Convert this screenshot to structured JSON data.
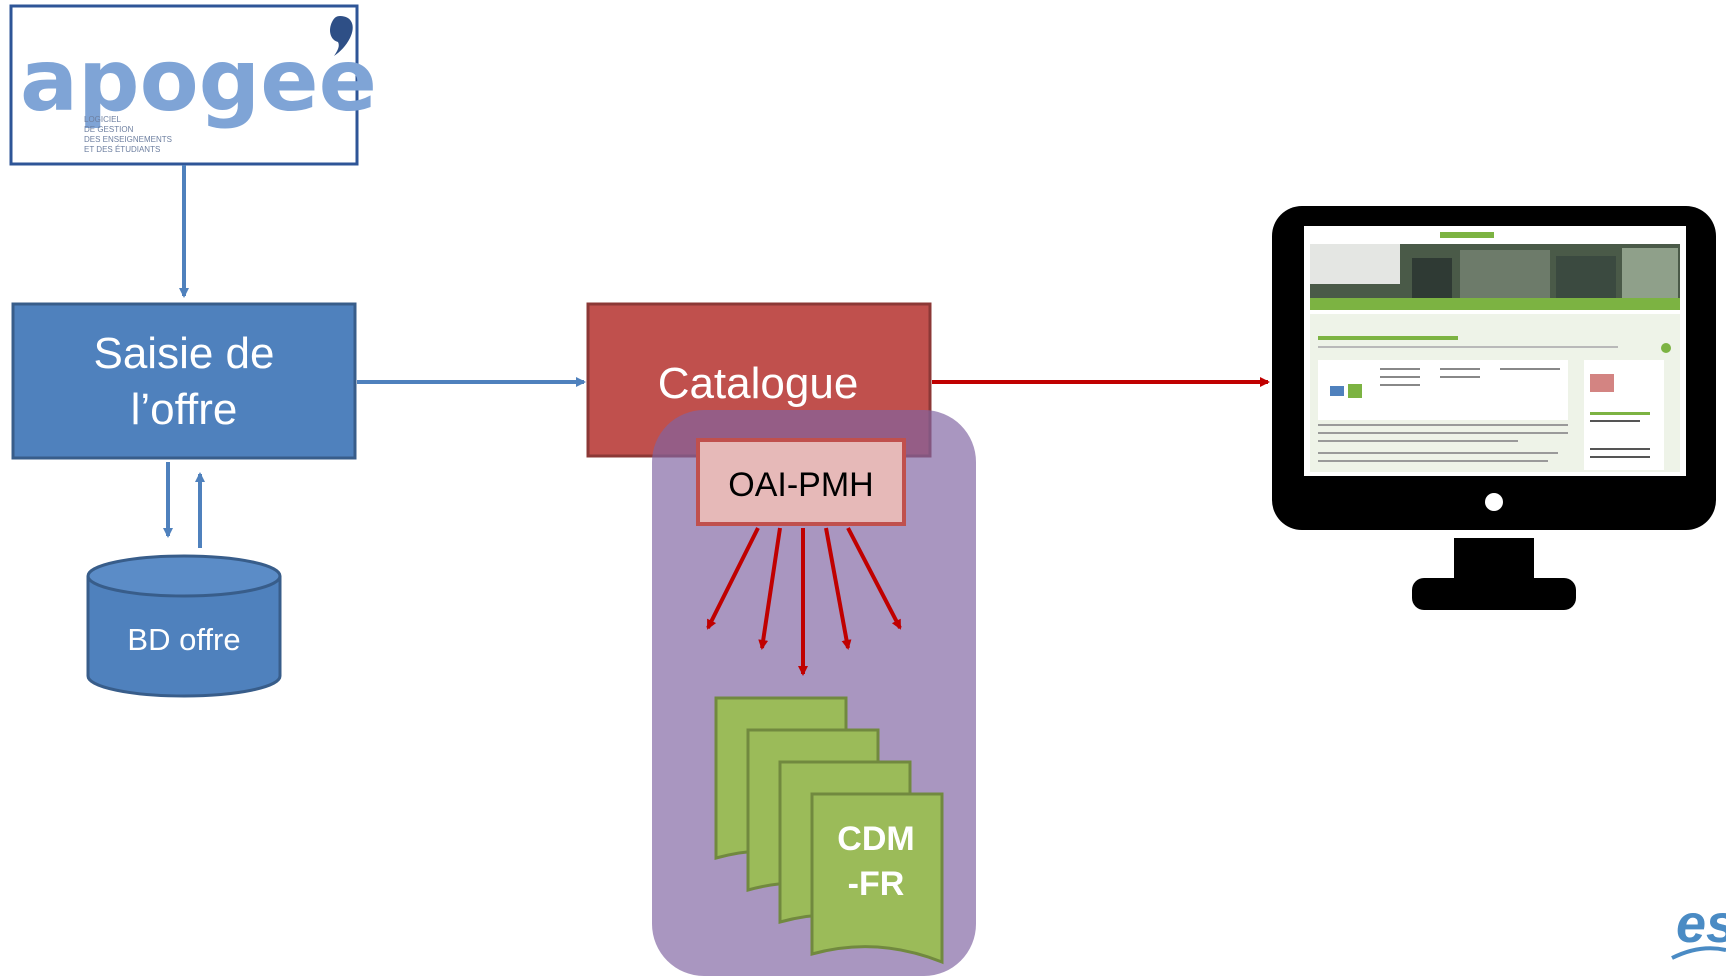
{
  "logo": {
    "wordmark": "apogee",
    "tagline": [
      "LOGICIEL",
      "DE GESTION",
      "DES ENSEIGNEMENTS",
      "ET DES ÉTUDIANTS"
    ]
  },
  "nodes": {
    "saisie": [
      "Saisie de",
      "l’offre"
    ],
    "bd_offre": "BD offre",
    "catalogue": "Catalogue",
    "oai_pmh": "OAI-PMH",
    "cdm_doc": [
      "CDM",
      "-FR"
    ]
  },
  "corner_logo": "es",
  "colors": {
    "blue": "#4f81bd",
    "blue_dark": "#3a6aa6",
    "red": "#c0504d",
    "red_arrow": "#c00000",
    "purple": "#8064a2",
    "green": "#9bbb59",
    "pink": "#e6b9b8",
    "monitor": "#000000"
  }
}
